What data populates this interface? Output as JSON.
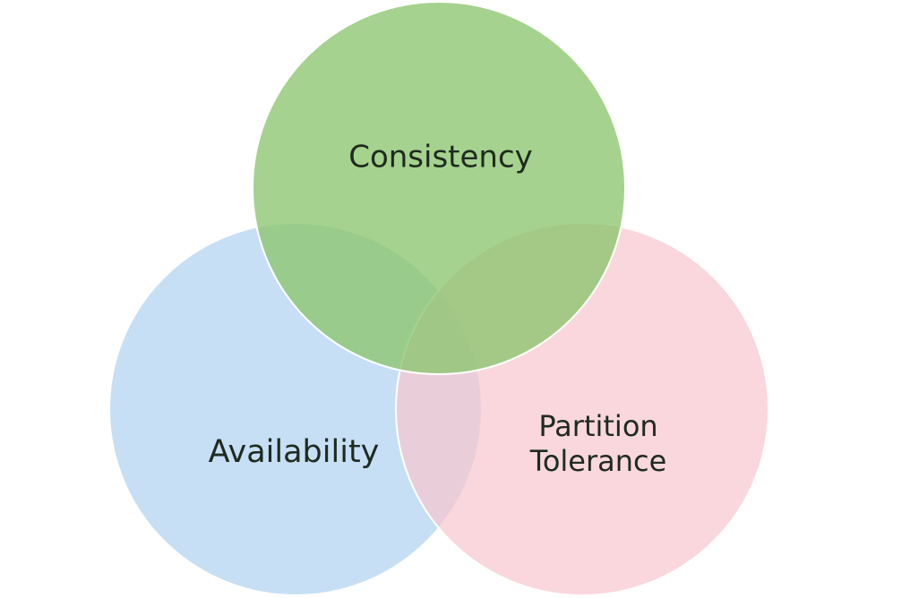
{
  "diagram": {
    "type": "venn-3",
    "sets": [
      {
        "id": "consistency",
        "label": "Consistency",
        "color": "#8cc56e",
        "opacity": 0.78
      },
      {
        "id": "availability",
        "label": "Availability",
        "color": "#b3d4f1",
        "opacity": 0.75
      },
      {
        "id": "partition-tolerance",
        "label_lines": [
          "Partition",
          "Tolerance"
        ],
        "color": "#f7c8cf",
        "opacity": 0.72
      }
    ]
  }
}
